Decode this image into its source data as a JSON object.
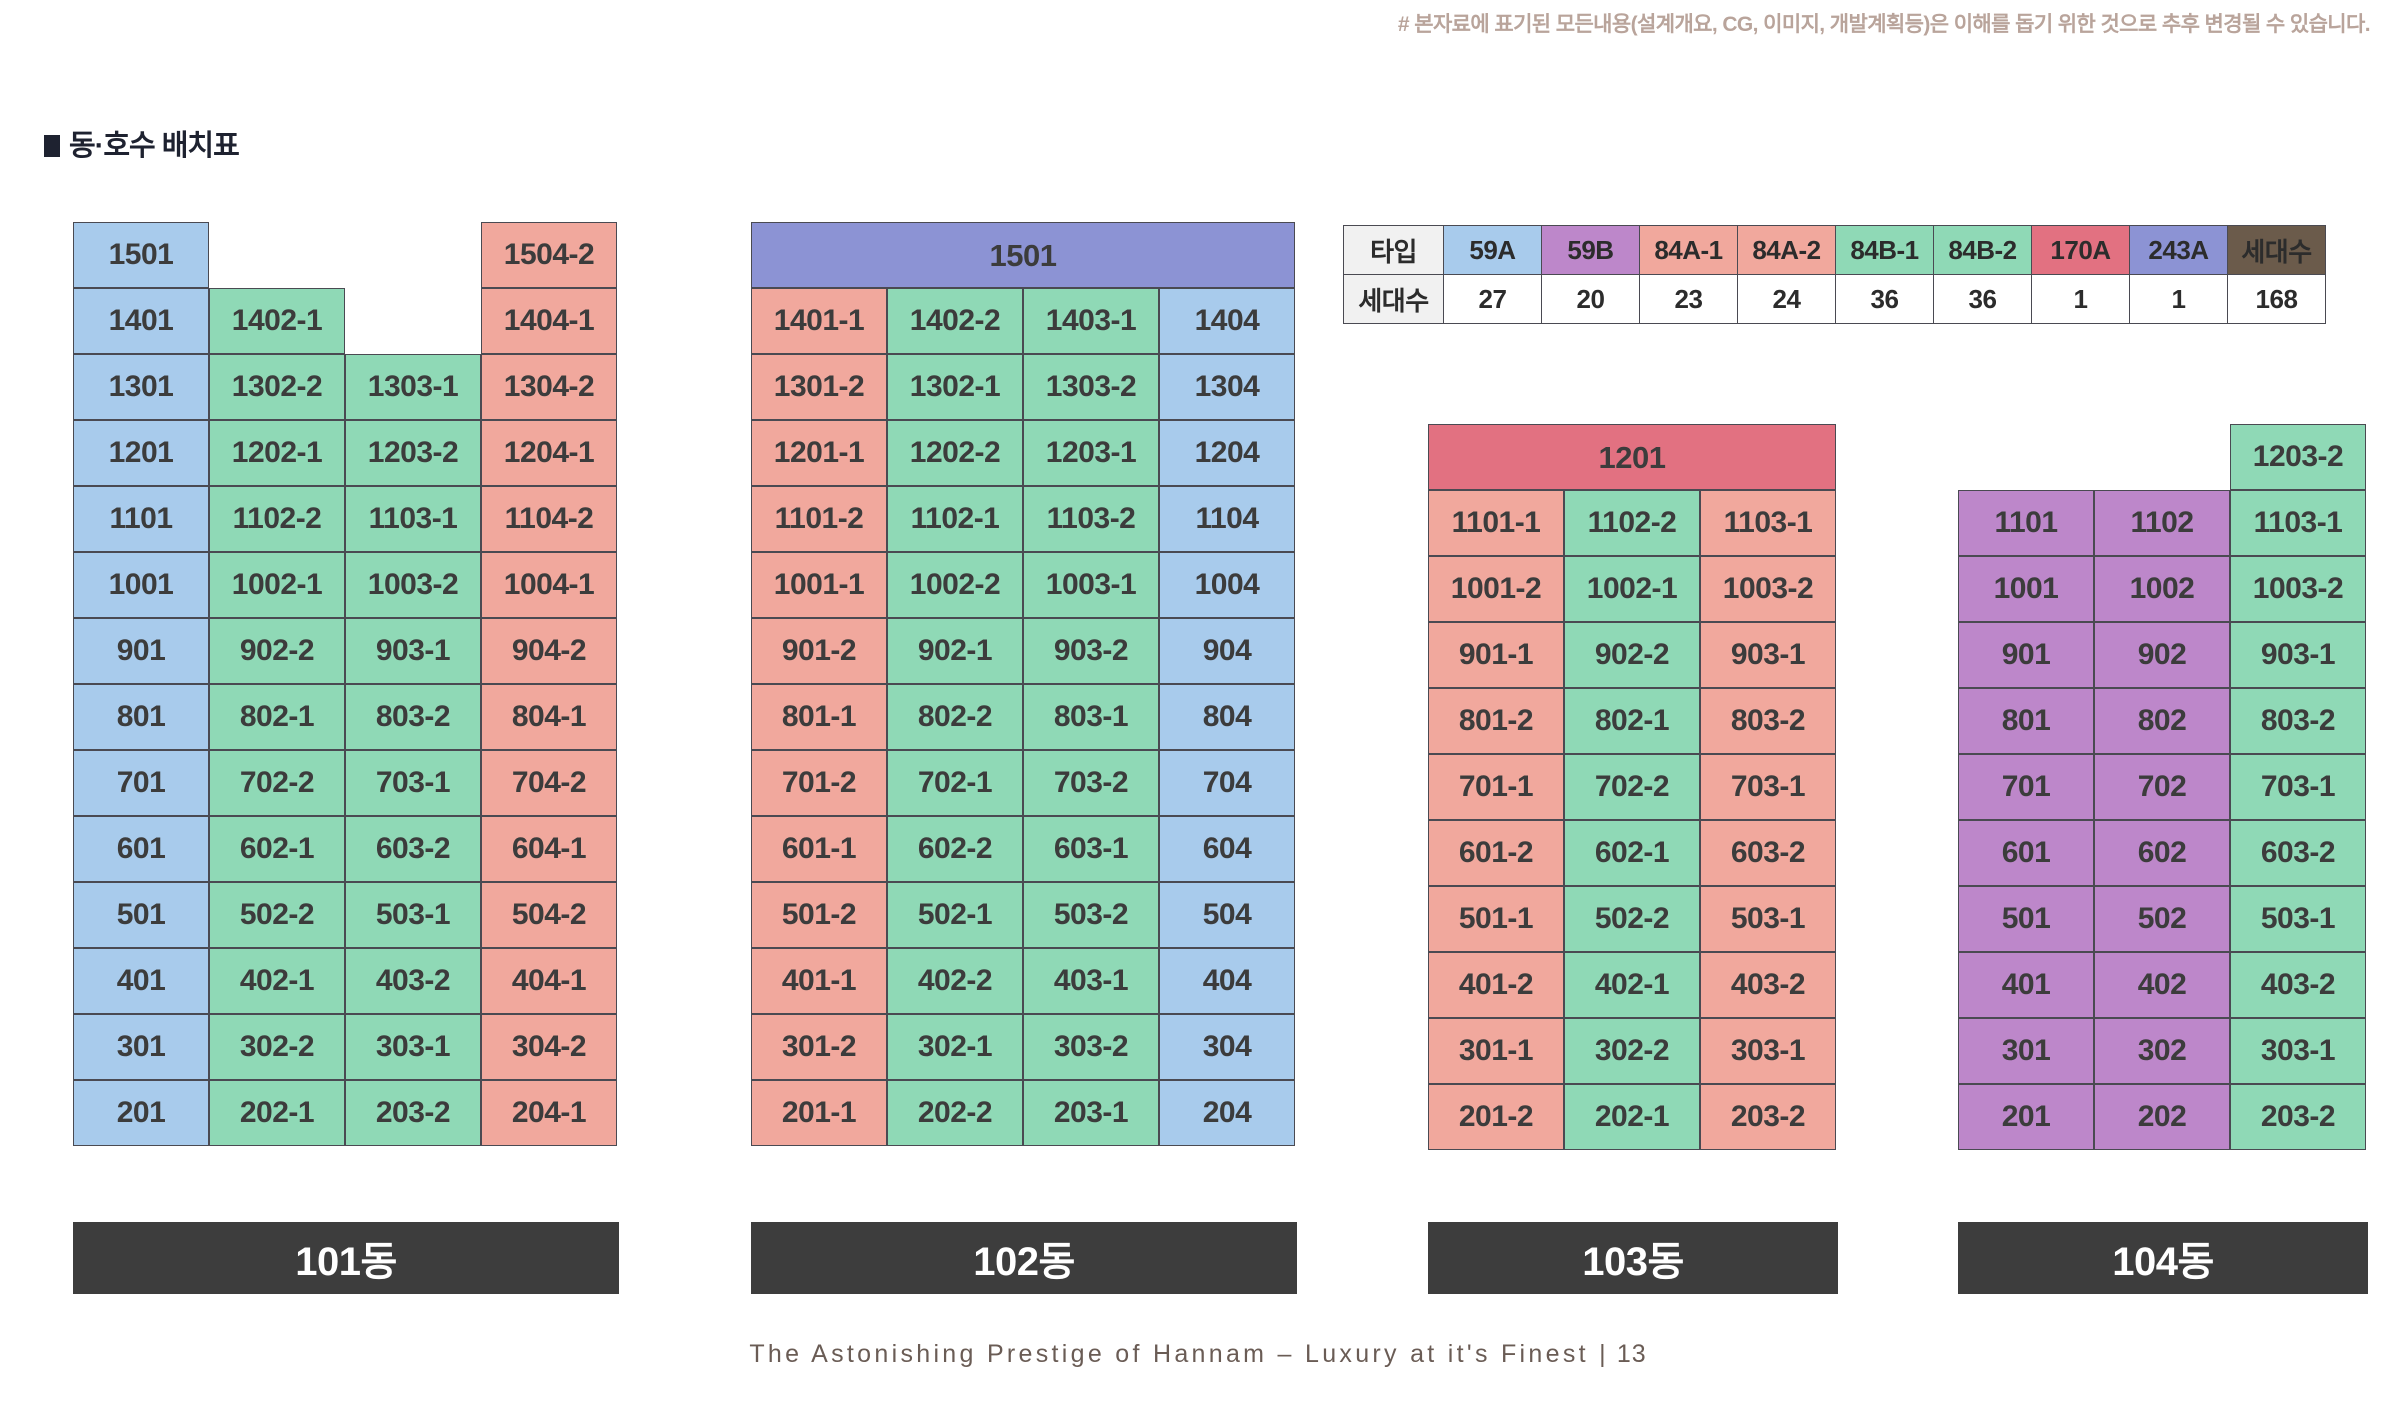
{
  "header": {
    "disclaimer": "# 본자료에 표기된 모든내용(설계개요, CG, 이미지, 개발계획등)은 이해를 돕기 위한 것으로 추후 변경될 수 있습니다."
  },
  "section": {
    "title": "동·호수 배치표"
  },
  "legend": {
    "row_labels": [
      "타입",
      "세대수"
    ],
    "types": [
      "59A",
      "59B",
      "84A-1",
      "84A-2",
      "84B-1",
      "84B-2",
      "170A",
      "243A",
      "세대수"
    ],
    "counts": [
      "27",
      "20",
      "23",
      "24",
      "36",
      "36",
      "1",
      "1",
      "168"
    ],
    "type_colors": [
      "c-blue",
      "c-purple",
      "c-salmon",
      "c-salmon",
      "c-green",
      "c-green",
      "c-red",
      "c-peri",
      "c-brown"
    ]
  },
  "colors": {
    "blue": "#a8cbec",
    "green": "#8fd9b6",
    "salmon": "#f1a89d",
    "purple": "#bd87ca",
    "periwinkle": "#8c93d4",
    "red": "#e27181",
    "brown": "#6b5b4b",
    "plate": "#3d3d3d",
    "border": "#4a4a52",
    "text": "#3c3c3c"
  },
  "buildings": [
    {
      "name": "101동",
      "columns": 4,
      "rows": [
        [
          {
            "t": "1501",
            "c": "c-blue"
          },
          {
            "t": "",
            "c": "empty"
          },
          {
            "t": "",
            "c": "empty"
          },
          {
            "t": "1504-2",
            "c": "c-salmon"
          }
        ],
        [
          {
            "t": "1401",
            "c": "c-blue"
          },
          {
            "t": "1402-1",
            "c": "c-green"
          },
          {
            "t": "",
            "c": "empty"
          },
          {
            "t": "1404-1",
            "c": "c-salmon"
          }
        ],
        [
          {
            "t": "1301",
            "c": "c-blue"
          },
          {
            "t": "1302-2",
            "c": "c-green"
          },
          {
            "t": "1303-1",
            "c": "c-green"
          },
          {
            "t": "1304-2",
            "c": "c-salmon"
          }
        ],
        [
          {
            "t": "1201",
            "c": "c-blue"
          },
          {
            "t": "1202-1",
            "c": "c-green"
          },
          {
            "t": "1203-2",
            "c": "c-green"
          },
          {
            "t": "1204-1",
            "c": "c-salmon"
          }
        ],
        [
          {
            "t": "1101",
            "c": "c-blue"
          },
          {
            "t": "1102-2",
            "c": "c-green"
          },
          {
            "t": "1103-1",
            "c": "c-green"
          },
          {
            "t": "1104-2",
            "c": "c-salmon"
          }
        ],
        [
          {
            "t": "1001",
            "c": "c-blue"
          },
          {
            "t": "1002-1",
            "c": "c-green"
          },
          {
            "t": "1003-2",
            "c": "c-green"
          },
          {
            "t": "1004-1",
            "c": "c-salmon"
          }
        ],
        [
          {
            "t": "901",
            "c": "c-blue"
          },
          {
            "t": "902-2",
            "c": "c-green"
          },
          {
            "t": "903-1",
            "c": "c-green"
          },
          {
            "t": "904-2",
            "c": "c-salmon"
          }
        ],
        [
          {
            "t": "801",
            "c": "c-blue"
          },
          {
            "t": "802-1",
            "c": "c-green"
          },
          {
            "t": "803-2",
            "c": "c-green"
          },
          {
            "t": "804-1",
            "c": "c-salmon"
          }
        ],
        [
          {
            "t": "701",
            "c": "c-blue"
          },
          {
            "t": "702-2",
            "c": "c-green"
          },
          {
            "t": "703-1",
            "c": "c-green"
          },
          {
            "t": "704-2",
            "c": "c-salmon"
          }
        ],
        [
          {
            "t": "601",
            "c": "c-blue"
          },
          {
            "t": "602-1",
            "c": "c-green"
          },
          {
            "t": "603-2",
            "c": "c-green"
          },
          {
            "t": "604-1",
            "c": "c-salmon"
          }
        ],
        [
          {
            "t": "501",
            "c": "c-blue"
          },
          {
            "t": "502-2",
            "c": "c-green"
          },
          {
            "t": "503-1",
            "c": "c-green"
          },
          {
            "t": "504-2",
            "c": "c-salmon"
          }
        ],
        [
          {
            "t": "401",
            "c": "c-blue"
          },
          {
            "t": "402-1",
            "c": "c-green"
          },
          {
            "t": "403-2",
            "c": "c-green"
          },
          {
            "t": "404-1",
            "c": "c-salmon"
          }
        ],
        [
          {
            "t": "301",
            "c": "c-blue"
          },
          {
            "t": "302-2",
            "c": "c-green"
          },
          {
            "t": "303-1",
            "c": "c-green"
          },
          {
            "t": "304-2",
            "c": "c-salmon"
          }
        ],
        [
          {
            "t": "201",
            "c": "c-blue"
          },
          {
            "t": "202-1",
            "c": "c-green"
          },
          {
            "t": "203-2",
            "c": "c-green"
          },
          {
            "t": "204-1",
            "c": "c-salmon"
          }
        ]
      ]
    },
    {
      "name": "102동",
      "columns": 4,
      "rows": [
        [
          {
            "t": "1501",
            "c": "c-peri",
            "span": 4
          }
        ],
        [
          {
            "t": "1401-1",
            "c": "c-salmon"
          },
          {
            "t": "1402-2",
            "c": "c-green"
          },
          {
            "t": "1403-1",
            "c": "c-green"
          },
          {
            "t": "1404",
            "c": "c-blue"
          }
        ],
        [
          {
            "t": "1301-2",
            "c": "c-salmon"
          },
          {
            "t": "1302-1",
            "c": "c-green"
          },
          {
            "t": "1303-2",
            "c": "c-green"
          },
          {
            "t": "1304",
            "c": "c-blue"
          }
        ],
        [
          {
            "t": "1201-1",
            "c": "c-salmon"
          },
          {
            "t": "1202-2",
            "c": "c-green"
          },
          {
            "t": "1203-1",
            "c": "c-green"
          },
          {
            "t": "1204",
            "c": "c-blue"
          }
        ],
        [
          {
            "t": "1101-2",
            "c": "c-salmon"
          },
          {
            "t": "1102-1",
            "c": "c-green"
          },
          {
            "t": "1103-2",
            "c": "c-green"
          },
          {
            "t": "1104",
            "c": "c-blue"
          }
        ],
        [
          {
            "t": "1001-1",
            "c": "c-salmon"
          },
          {
            "t": "1002-2",
            "c": "c-green"
          },
          {
            "t": "1003-1",
            "c": "c-green"
          },
          {
            "t": "1004",
            "c": "c-blue"
          }
        ],
        [
          {
            "t": "901-2",
            "c": "c-salmon"
          },
          {
            "t": "902-1",
            "c": "c-green"
          },
          {
            "t": "903-2",
            "c": "c-green"
          },
          {
            "t": "904",
            "c": "c-blue"
          }
        ],
        [
          {
            "t": "801-1",
            "c": "c-salmon"
          },
          {
            "t": "802-2",
            "c": "c-green"
          },
          {
            "t": "803-1",
            "c": "c-green"
          },
          {
            "t": "804",
            "c": "c-blue"
          }
        ],
        [
          {
            "t": "701-2",
            "c": "c-salmon"
          },
          {
            "t": "702-1",
            "c": "c-green"
          },
          {
            "t": "703-2",
            "c": "c-green"
          },
          {
            "t": "704",
            "c": "c-blue"
          }
        ],
        [
          {
            "t": "601-1",
            "c": "c-salmon"
          },
          {
            "t": "602-2",
            "c": "c-green"
          },
          {
            "t": "603-1",
            "c": "c-green"
          },
          {
            "t": "604",
            "c": "c-blue"
          }
        ],
        [
          {
            "t": "501-2",
            "c": "c-salmon"
          },
          {
            "t": "502-1",
            "c": "c-green"
          },
          {
            "t": "503-2",
            "c": "c-green"
          },
          {
            "t": "504",
            "c": "c-blue"
          }
        ],
        [
          {
            "t": "401-1",
            "c": "c-salmon"
          },
          {
            "t": "402-2",
            "c": "c-green"
          },
          {
            "t": "403-1",
            "c": "c-green"
          },
          {
            "t": "404",
            "c": "c-blue"
          }
        ],
        [
          {
            "t": "301-2",
            "c": "c-salmon"
          },
          {
            "t": "302-1",
            "c": "c-green"
          },
          {
            "t": "303-2",
            "c": "c-green"
          },
          {
            "t": "304",
            "c": "c-blue"
          }
        ],
        [
          {
            "t": "201-1",
            "c": "c-salmon"
          },
          {
            "t": "202-2",
            "c": "c-green"
          },
          {
            "t": "203-1",
            "c": "c-green"
          },
          {
            "t": "204",
            "c": "c-blue"
          }
        ]
      ]
    },
    {
      "name": "103동",
      "columns": 3,
      "rows": [
        [
          {
            "t": "1201",
            "c": "c-red",
            "span": 3
          }
        ],
        [
          {
            "t": "1101-1",
            "c": "c-salmon"
          },
          {
            "t": "1102-2",
            "c": "c-green"
          },
          {
            "t": "1103-1",
            "c": "c-salmon"
          }
        ],
        [
          {
            "t": "1001-2",
            "c": "c-salmon"
          },
          {
            "t": "1002-1",
            "c": "c-green"
          },
          {
            "t": "1003-2",
            "c": "c-salmon"
          }
        ],
        [
          {
            "t": "901-1",
            "c": "c-salmon"
          },
          {
            "t": "902-2",
            "c": "c-green"
          },
          {
            "t": "903-1",
            "c": "c-salmon"
          }
        ],
        [
          {
            "t": "801-2",
            "c": "c-salmon"
          },
          {
            "t": "802-1",
            "c": "c-green"
          },
          {
            "t": "803-2",
            "c": "c-salmon"
          }
        ],
        [
          {
            "t": "701-1",
            "c": "c-salmon"
          },
          {
            "t": "702-2",
            "c": "c-green"
          },
          {
            "t": "703-1",
            "c": "c-salmon"
          }
        ],
        [
          {
            "t": "601-2",
            "c": "c-salmon"
          },
          {
            "t": "602-1",
            "c": "c-green"
          },
          {
            "t": "603-2",
            "c": "c-salmon"
          }
        ],
        [
          {
            "t": "501-1",
            "c": "c-salmon"
          },
          {
            "t": "502-2",
            "c": "c-green"
          },
          {
            "t": "503-1",
            "c": "c-salmon"
          }
        ],
        [
          {
            "t": "401-2",
            "c": "c-salmon"
          },
          {
            "t": "402-1",
            "c": "c-green"
          },
          {
            "t": "403-2",
            "c": "c-salmon"
          }
        ],
        [
          {
            "t": "301-1",
            "c": "c-salmon"
          },
          {
            "t": "302-2",
            "c": "c-green"
          },
          {
            "t": "303-1",
            "c": "c-salmon"
          }
        ],
        [
          {
            "t": "201-2",
            "c": "c-salmon"
          },
          {
            "t": "202-1",
            "c": "c-green"
          },
          {
            "t": "203-2",
            "c": "c-salmon"
          }
        ]
      ]
    },
    {
      "name": "104동",
      "columns": 3,
      "rows": [
        [
          {
            "t": "",
            "c": "empty"
          },
          {
            "t": "",
            "c": "empty"
          },
          {
            "t": "1203-2",
            "c": "c-green"
          }
        ],
        [
          {
            "t": "1101",
            "c": "c-purple"
          },
          {
            "t": "1102",
            "c": "c-purple"
          },
          {
            "t": "1103-1",
            "c": "c-green"
          }
        ],
        [
          {
            "t": "1001",
            "c": "c-purple"
          },
          {
            "t": "1002",
            "c": "c-purple"
          },
          {
            "t": "1003-2",
            "c": "c-green"
          }
        ],
        [
          {
            "t": "901",
            "c": "c-purple"
          },
          {
            "t": "902",
            "c": "c-purple"
          },
          {
            "t": "903-1",
            "c": "c-green"
          }
        ],
        [
          {
            "t": "801",
            "c": "c-purple"
          },
          {
            "t": "802",
            "c": "c-purple"
          },
          {
            "t": "803-2",
            "c": "c-green"
          }
        ],
        [
          {
            "t": "701",
            "c": "c-purple"
          },
          {
            "t": "702",
            "c": "c-purple"
          },
          {
            "t": "703-1",
            "c": "c-green"
          }
        ],
        [
          {
            "t": "601",
            "c": "c-purple"
          },
          {
            "t": "602",
            "c": "c-purple"
          },
          {
            "t": "603-2",
            "c": "c-green"
          }
        ],
        [
          {
            "t": "501",
            "c": "c-purple"
          },
          {
            "t": "502",
            "c": "c-purple"
          },
          {
            "t": "503-1",
            "c": "c-green"
          }
        ],
        [
          {
            "t": "401",
            "c": "c-purple"
          },
          {
            "t": "402",
            "c": "c-purple"
          },
          {
            "t": "403-2",
            "c": "c-green"
          }
        ],
        [
          {
            "t": "301",
            "c": "c-purple"
          },
          {
            "t": "302",
            "c": "c-purple"
          },
          {
            "t": "303-1",
            "c": "c-green"
          }
        ],
        [
          {
            "t": "201",
            "c": "c-purple"
          },
          {
            "t": "202",
            "c": "c-purple"
          },
          {
            "t": "203-2",
            "c": "c-green"
          }
        ]
      ]
    }
  ],
  "footer": {
    "tagline": "The Astonishing Prestige of Hannam – Luxury at it's Finest",
    "separator": "|",
    "page": "13"
  }
}
